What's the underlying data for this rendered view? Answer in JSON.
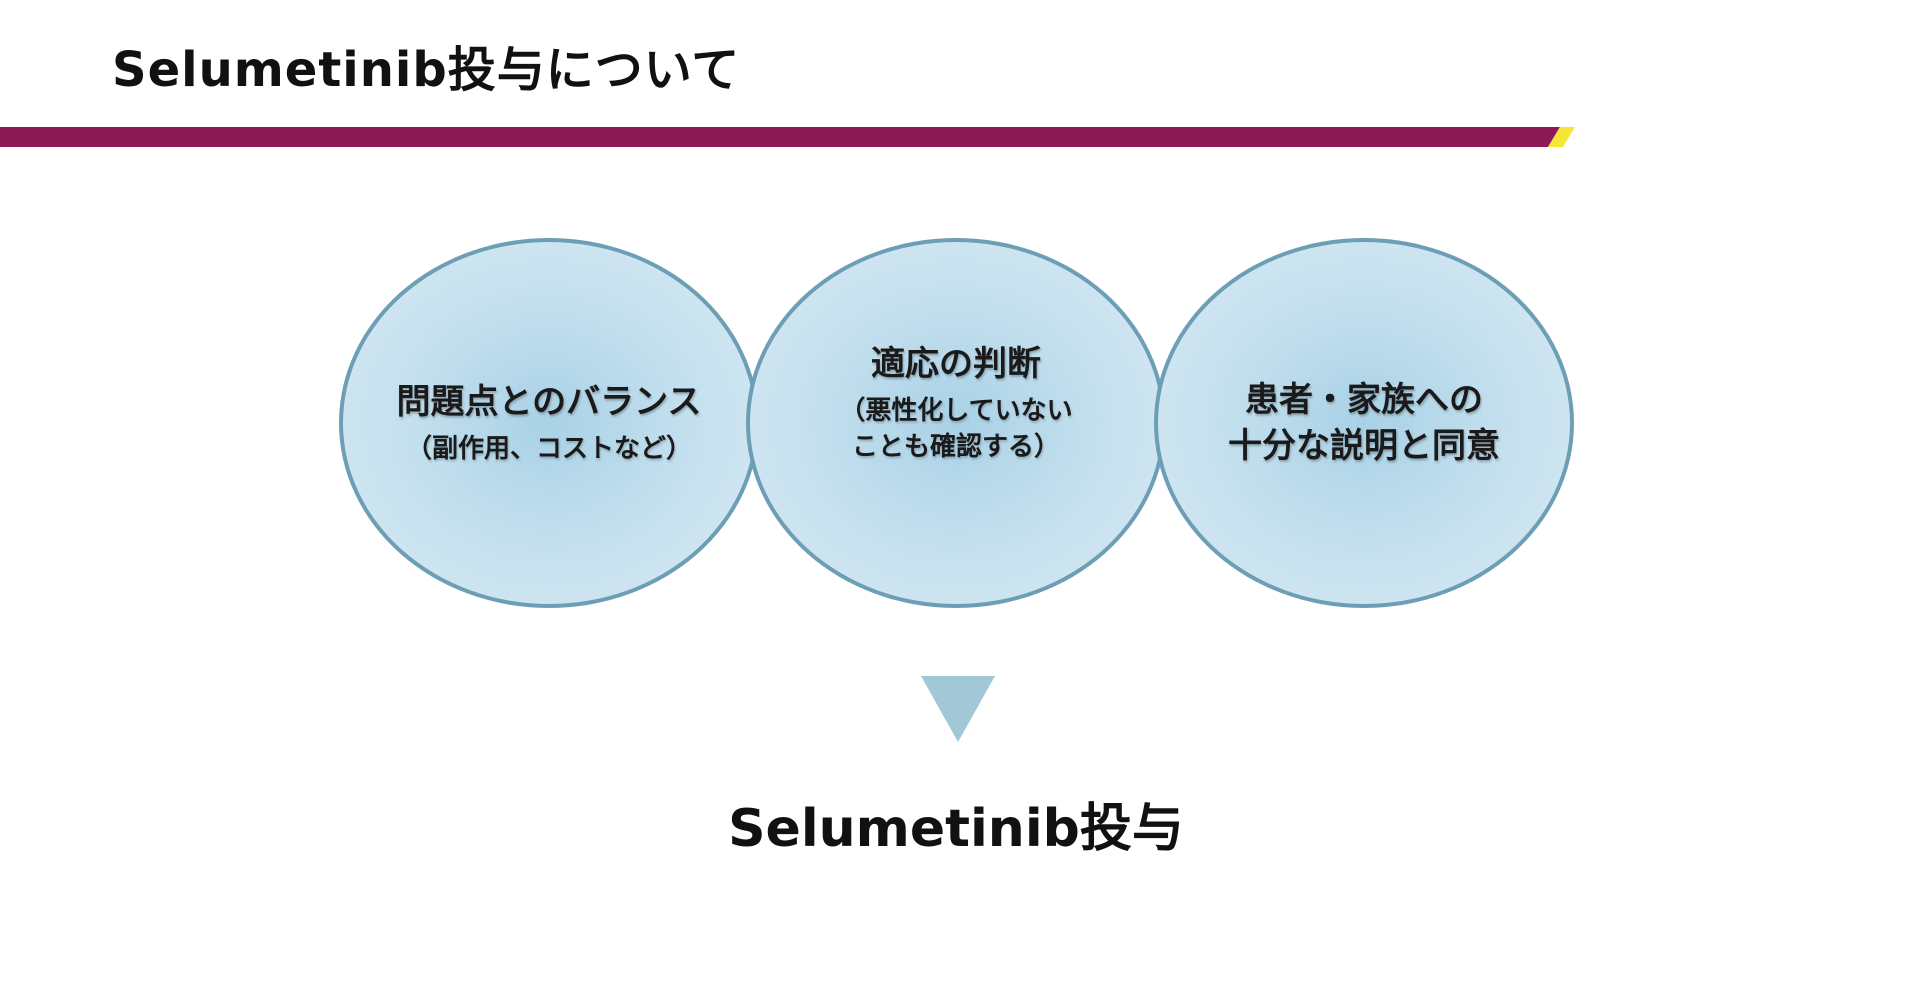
{
  "slide": {
    "title": "Selumetinib投与について"
  },
  "colors": {
    "header_bar": "#8b1a55",
    "header_bar_accent": "#f5e536",
    "circle_border": "#6c9fb6",
    "circle_fill": "#c2dfee",
    "arrow": "#a2c8d8"
  },
  "circles": [
    {
      "main": "問題点とのバランス",
      "sub": "（副作用、コストなど）"
    },
    {
      "main": "適応の判断",
      "sub": "（悪性化していない\nことも確認する）"
    },
    {
      "main": "患者・家族への\n十分な説明と同意",
      "sub": ""
    }
  ],
  "arrow_icon": "triangle-down-icon",
  "conclusion": "Selumetinib投与"
}
